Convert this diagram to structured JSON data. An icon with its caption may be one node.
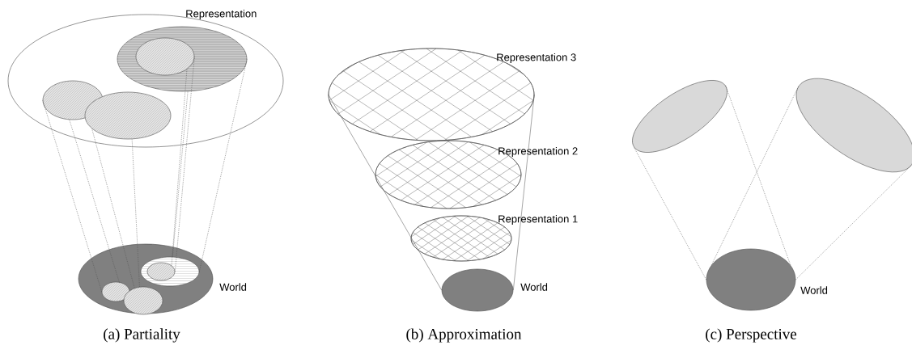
{
  "diagram": {
    "nodes": [
      {
        "text": [
          "Representation"
        ]
      },
      {
        "text": [],
        "shape": "ellipse",
        "in": 0
      },
      {
        "text": [],
        "shape": "ellipse",
        "in": 0
      },
      {
        "text": [],
        "shape": "ellipse",
        "in": 0
      },
      {
        "text": [],
        "shape": "ellipse",
        "in": 3
      },
      {
        "text": [
          "World"
        ]
      },
      {
        "text": [],
        "shape": "ellipse",
        "in": 5
      },
      {
        "text": [],
        "shape": "ellipse",
        "in": 6
      },
      {
        "text": [],
        "shape": "ellipse",
        "in": 5
      },
      {
        "text": [],
        "shape": "ellipse",
        "in": 5
      },
      {
        "text": [
          "Representation 3"
        ]
      },
      {
        "text": [
          "Representation 2"
        ]
      },
      {
        "text": [
          "Representation 1"
        ]
      },
      {
        "text": [
          "World"
        ]
      },
      {
        "text": [],
        "shape": "ellipse"
      },
      {
        "text": [],
        "shape": "ellipse"
      },
      {
        "text": [
          "World"
        ]
      }
    ],
    "edges": [
      {
        "from": 8,
        "to": 1,
        "arrow": "none",
        "style": "dashed"
      },
      {
        "from": 8,
        "to": 1,
        "arrow": "none",
        "style": "dashed"
      },
      {
        "from": 9,
        "to": 2,
        "arrow": "none",
        "style": "dashed"
      },
      {
        "from": 9,
        "to": 2,
        "arrow": "none",
        "style": "dashed"
      },
      {
        "from": 6,
        "to": 3,
        "arrow": "none",
        "style": "dashed"
      },
      {
        "from": 6,
        "to": 3,
        "arrow": "none",
        "style": "dashed"
      },
      {
        "from": 7,
        "to": 4,
        "arrow": "none",
        "style": "dashed"
      },
      {
        "from": 7,
        "to": 4,
        "arrow": "none",
        "style": "dashed"
      },
      {
        "from": 13,
        "to": 10,
        "arrow": "none"
      },
      {
        "from": 13,
        "to": 10,
        "arrow": "none"
      },
      {
        "from": 16,
        "to": 14,
        "arrow": "none",
        "style": "dashed"
      },
      {
        "from": 16,
        "to": 14,
        "arrow": "none",
        "style": "dashed"
      },
      {
        "from": 16,
        "to": 15,
        "arrow": "none",
        "style": "dashed"
      },
      {
        "from": 16,
        "to": 15,
        "arrow": "none",
        "style": "dashed"
      }
    ],
    "labels": [
      "(a) Partiality",
      "(b) Approximation",
      "(c) Perspective"
    ]
  }
}
